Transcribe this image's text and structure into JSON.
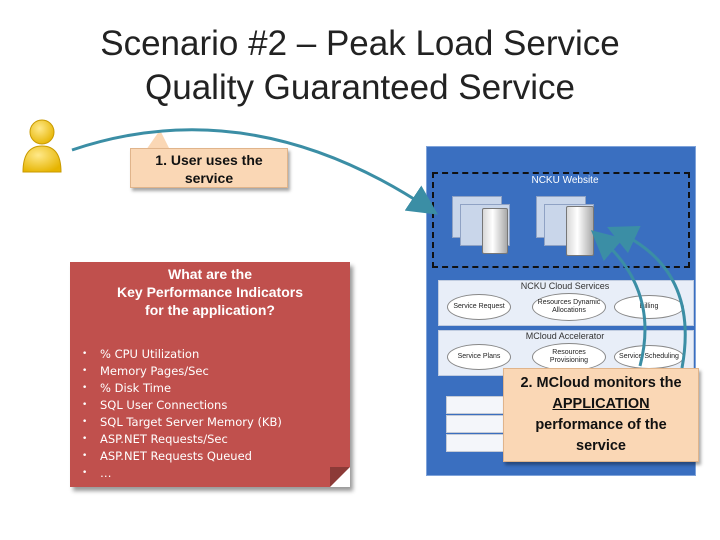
{
  "title": {
    "line1": "Scenario #2 – Peak Load Service",
    "line2": "Quality Guaranteed Service"
  },
  "icons": {
    "user": "user-icon",
    "server": "server-icon"
  },
  "callout_user": {
    "line1": "1. User uses the",
    "line2": "service"
  },
  "website": {
    "label": "NCKU Website"
  },
  "layers": {
    "cloud_services": {
      "title": "NCKU Cloud Services",
      "items": [
        "Service Request",
        "Resources Dynamic Allocations",
        "Billing"
      ]
    },
    "accelerator": {
      "title": "MCloud Accelerator",
      "items": [
        "Service Plans",
        "Resources Provisioning",
        "Service Scheduling"
      ]
    }
  },
  "kpi": {
    "question_line1": "What are the",
    "question_line2": "Key Performance Indicators",
    "question_line3": "for the application?",
    "items": [
      "% CPU Utilization",
      "Memory Pages/Sec",
      "% Disk Time",
      "SQL User Connections",
      "SQL Target Server Memory (KB)",
      "ASP.NET Requests/Sec",
      "ASP.NET Requests Queued",
      "…"
    ]
  },
  "callout_monitor": {
    "line1": "2. MCloud monitors the",
    "line2": "APPLICATION",
    "line3": "performance of the",
    "line4": "service"
  },
  "colors": {
    "accent_blue": "#3a6fc0",
    "kpi_red": "#c0504d",
    "callout_peach": "#fad7b5",
    "arrow_teal": "#3b8ea5"
  }
}
